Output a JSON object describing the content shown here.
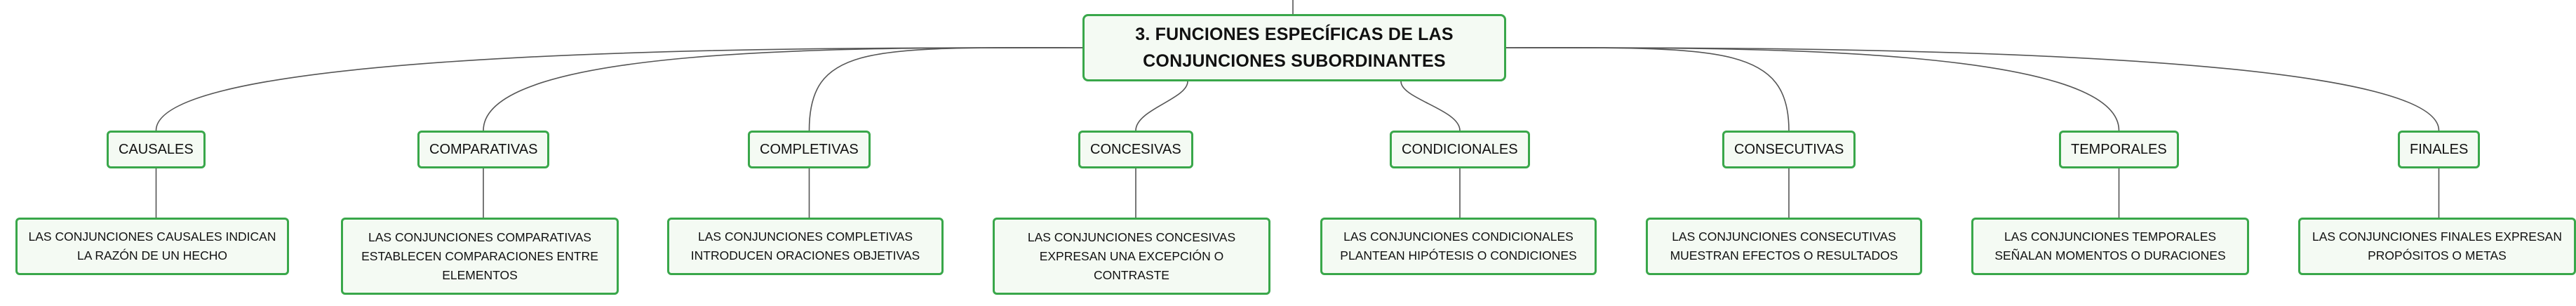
{
  "root": {
    "title": "3. FUNCIONES ESPECÍFICAS DE LAS\nCONJUNCIONES SUBORDINANTES"
  },
  "categories": [
    {
      "label": "CAUSALES",
      "description": "LAS CONJUNCIONES CAUSALES INDICAN LA RAZÓN DE UN HECHO"
    },
    {
      "label": "COMPARATIVAS",
      "description": "LAS CONJUNCIONES COMPARATIVAS ESTABLECEN COMPARACIONES ENTRE ELEMENTOS"
    },
    {
      "label": "COMPLETIVAS",
      "description": "LAS CONJUNCIONES COMPLETIVAS INTRODUCEN ORACIONES OBJETIVAS"
    },
    {
      "label": "CONCESIVAS",
      "description": "LAS CONJUNCIONES CONCESIVAS EXPRESAN UNA EXCEPCIÓN O CONTRASTE"
    },
    {
      "label": "CONDICIONALES",
      "description": "LAS CONJUNCIONES CONDICIONALES PLANTEAN HIPÓTESIS O CONDICIONES"
    },
    {
      "label": "CONSECUTIVAS",
      "description": "LAS CONJUNCIONES CONSECUTIVAS MUESTRAN EFECTOS O RESULTADOS"
    },
    {
      "label": "TEMPORALES",
      "description": "LAS CONJUNCIONES TEMPORALES SEÑALAN MOMENTOS O DURACIONES"
    },
    {
      "label": "FINALES",
      "description": "LAS CONJUNCIONES FINALES EXPRESAN PROPÓSITOS O METAS"
    }
  ],
  "colors": {
    "node_border": "#39a74a",
    "node_fill": "#f4faf3",
    "connector": "#555555"
  }
}
